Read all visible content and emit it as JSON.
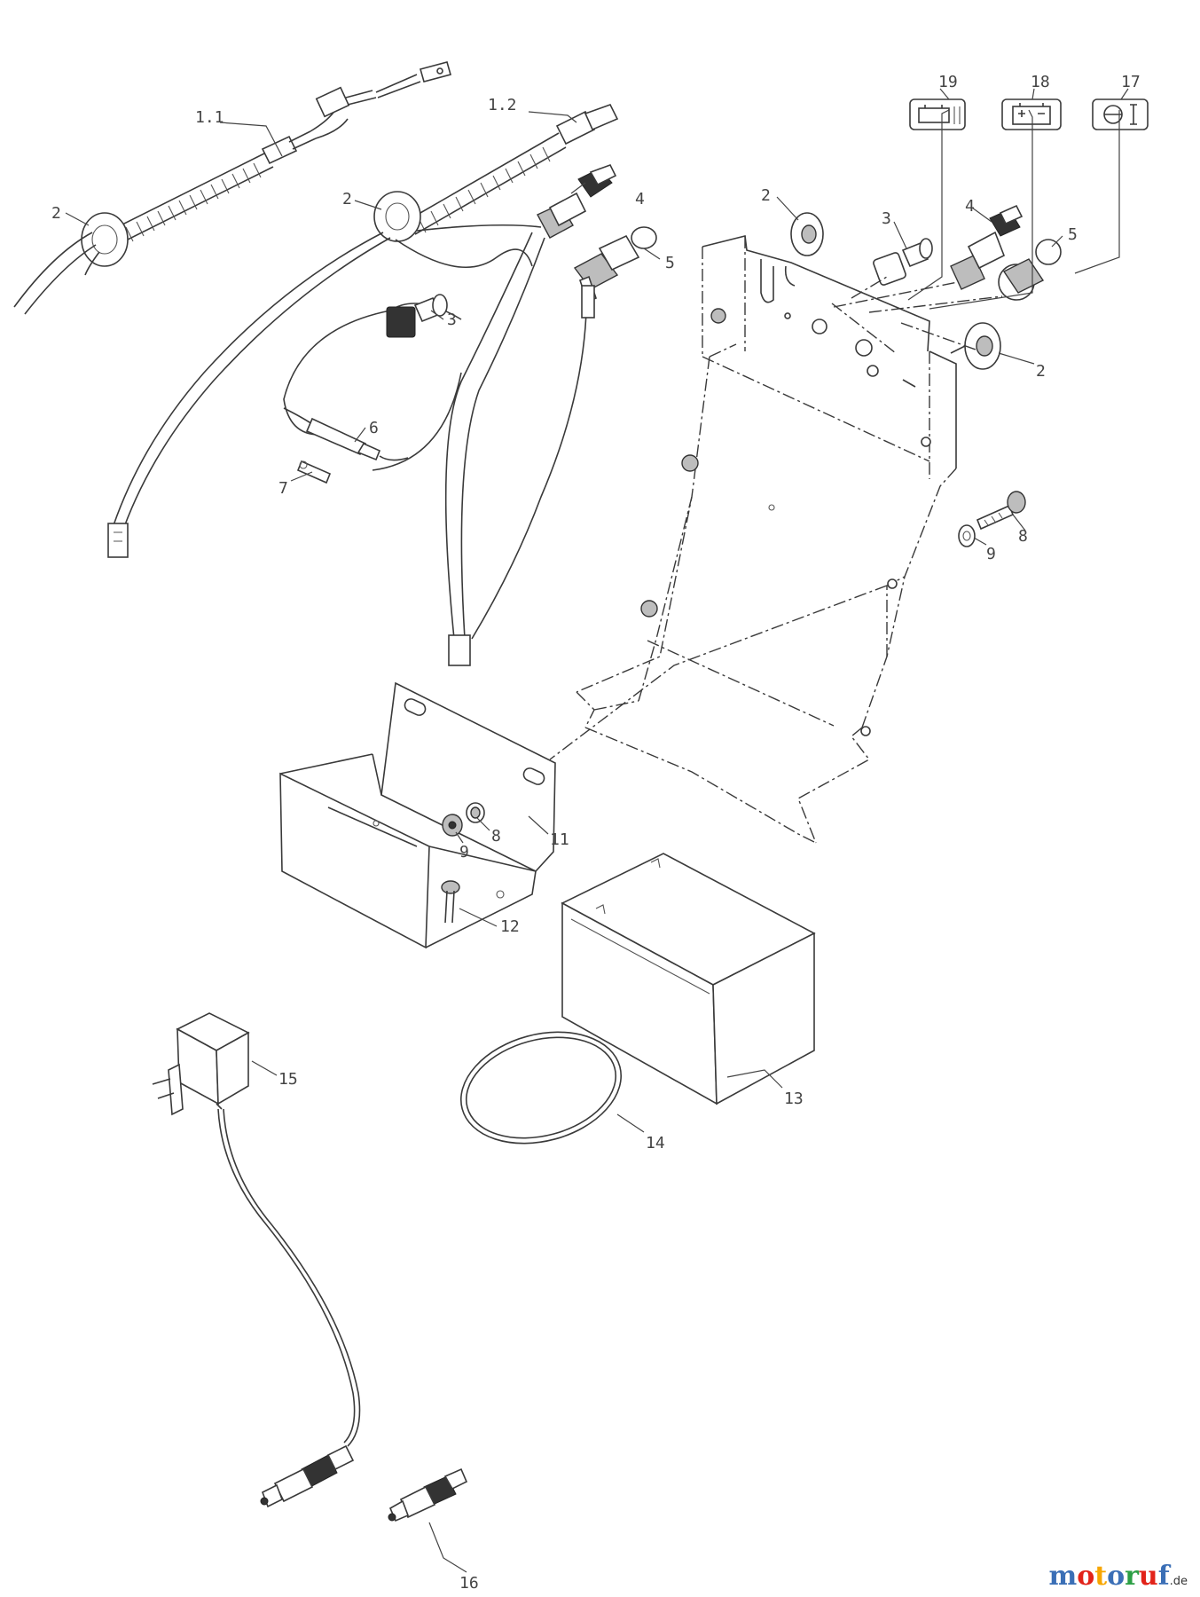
{
  "labels": {
    "l1_1": "1.1",
    "l1_2": "1.2",
    "l2a": "2",
    "l2b": "2",
    "l2c": "2",
    "l2d": "2",
    "l3a": "3",
    "l3b": "3",
    "l4a": "4",
    "l4b": "4",
    "l5a": "5",
    "l5b": "5",
    "l6": "6",
    "l7": "7",
    "l8a": "8",
    "l8b": "8",
    "l9a": "9",
    "l9b": "9",
    "l11": "11",
    "l12": "12",
    "l13": "13",
    "l14": "14",
    "l15": "15",
    "l16": "16",
    "l17": "17",
    "l18": "18",
    "l19": "19"
  },
  "watermark": {
    "letters": [
      "m",
      "o",
      "t",
      "o",
      "r",
      "u",
      "f"
    ],
    "colors": [
      "#3b6fb6",
      "#e2231a",
      "#f7a600",
      "#3b6fb6",
      "#2c9f45",
      "#e2231a",
      "#3b6fb6"
    ],
    "suffix": ".de"
  }
}
